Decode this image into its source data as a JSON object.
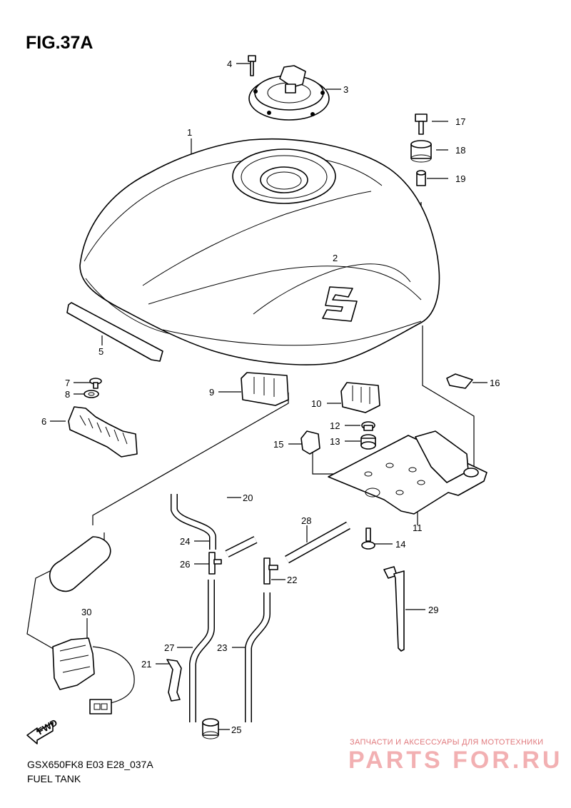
{
  "title": "FIG.37A",
  "footer": {
    "line1": "GSX650FK8 E03 E28_037A",
    "line2": "FUEL TANK"
  },
  "watermark": {
    "caption": "ЗАПЧАСТИ И АКСЕССУАРЫ ДЛЯ МОТОТЕХНИКИ",
    "logo": "PARTS FOR.RU"
  },
  "fwd_label": "FWD",
  "callouts": [
    "1",
    "2",
    "3",
    "4",
    "5",
    "6",
    "7",
    "8",
    "9",
    "10",
    "11",
    "12",
    "13",
    "14",
    "15",
    "16",
    "17",
    "18",
    "19",
    "20",
    "21",
    "22",
    "23",
    "24",
    "25",
    "26",
    "27",
    "28",
    "29",
    "30"
  ]
}
